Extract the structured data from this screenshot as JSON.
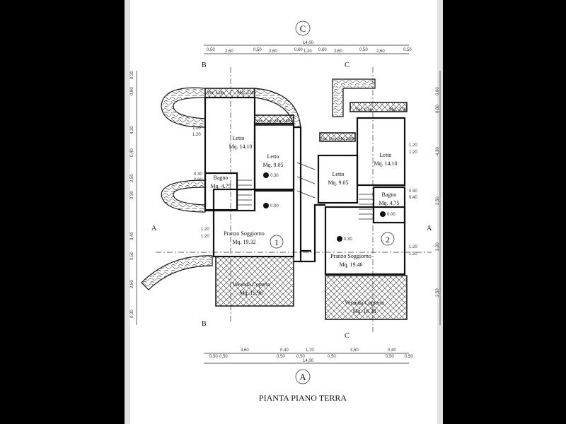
{
  "title": "PIANTA PIANO TERRA",
  "elevation_top": "C",
  "elevation_bottom": "A",
  "section_labels": {
    "b_top": "B",
    "b_bottom": "B",
    "c_top": "C",
    "c_bottom": "C",
    "a_left": "A",
    "a_right": "A"
  },
  "unit_numbers": [
    "1",
    "2"
  ],
  "dims_top": {
    "total": "14,00",
    "parts": [
      "0,50",
      "2,60",
      "0,50",
      "2,60",
      "0,60",
      "1,20",
      "0,60",
      "2,60",
      "0,50",
      "2,60",
      "0,50"
    ]
  },
  "dims_bottom": {
    "total": "14,00",
    "upper": [
      "3,60",
      "0,40",
      "1,70",
      "3,50",
      "0,40"
    ],
    "lower": [
      "0,50",
      "0,50",
      "0,50",
      "0,50",
      "0,50",
      "0,50",
      "0,50"
    ]
  },
  "dims_left": [
    "0,30",
    "0,80",
    "4,30",
    "0,40",
    "2,50",
    "0,30",
    "3,40",
    "0,50",
    "2,50",
    "0,30"
  ],
  "dims_right": [
    "0,80",
    "0,80",
    "4,30",
    "2,50",
    "3,00",
    "2,50"
  ],
  "unit1": {
    "rooms": [
      {
        "name": "Ver. Cop.",
        "area": "Mq. 3.96"
      },
      {
        "name": "Letto",
        "area": "Mq. 14.10"
      },
      {
        "name": "Ver. Cop.",
        "area": "Mq.2.88"
      },
      {
        "name": "Letto",
        "area": "Mq. 9.05"
      },
      {
        "name": "Bagno",
        "area": "Mq. 4.75"
      },
      {
        "name": "Pranzo Soggiorno",
        "area": "Mq. 19.32"
      },
      {
        "name": "Veranda Coperta",
        "area": "Mq. 15.96"
      }
    ],
    "levels": [
      "0.30",
      "0.00"
    ],
    "windows": [
      "1.20",
      "1.20",
      "0.30",
      "0.60",
      "1.20",
      "1.20"
    ]
  },
  "unit2": {
    "rooms": [
      {
        "name": "Ver. Cop.",
        "area": "Mq. 3.96"
      },
      {
        "name": "Ver. Cop.",
        "area": "Mq.2.88"
      },
      {
        "name": "Letto",
        "area": "Mq. 14.10"
      },
      {
        "name": "Letto",
        "area": "Mq. 9.05"
      },
      {
        "name": "Bagno",
        "area": "Mq. 4.75"
      },
      {
        "name": "Pranzo Soggiorno",
        "area": "Mq. 19.46"
      },
      {
        "name": "Veranda Copterta",
        "area": "Mq. 16.38"
      }
    ],
    "levels": [
      "0.00",
      "0.30"
    ],
    "windows": [
      "1.20",
      "1.20",
      "0.30",
      "0.40",
      "1.20",
      "1.20"
    ]
  }
}
